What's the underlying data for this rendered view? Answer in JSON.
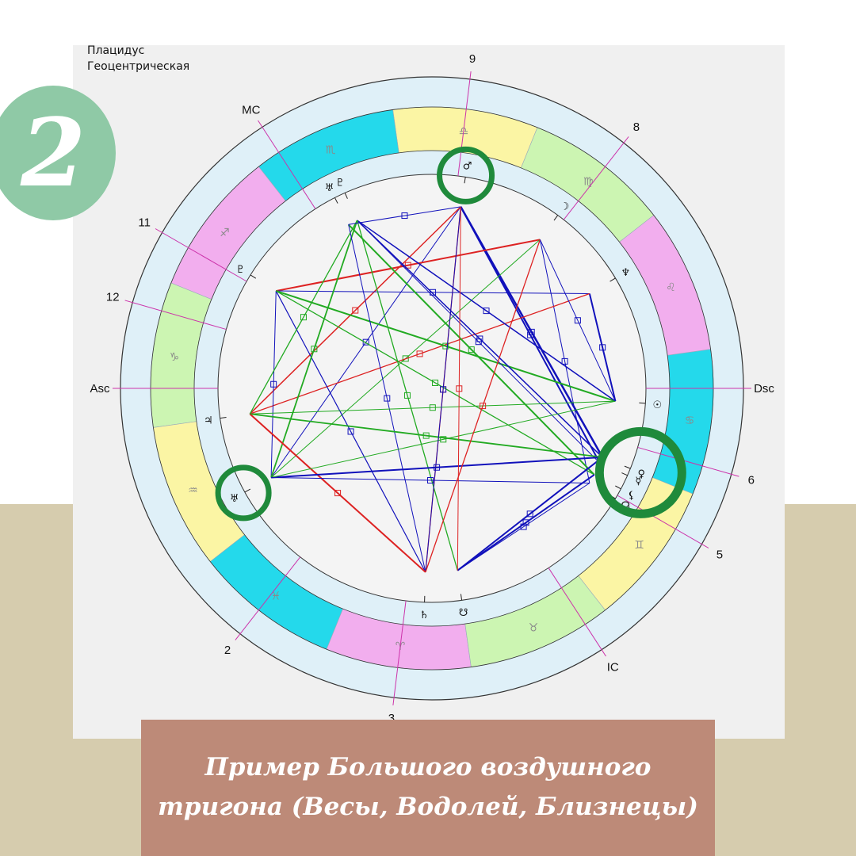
{
  "system": {
    "house_system": "Плацидус",
    "projection": "Геоцентрическая"
  },
  "badge": {
    "number": "2"
  },
  "caption": {
    "line1": "Пример Большого воздушного",
    "line2": "тригона (Весы, Водолей, Близнецы)"
  },
  "houses": [
    {
      "label": "Asc",
      "angle": 180
    },
    {
      "label": "2",
      "angle": 232
    },
    {
      "label": "3",
      "angle": 263
    },
    {
      "label": "IC",
      "angle": 303
    },
    {
      "label": "5",
      "angle": 330
    },
    {
      "label": "6",
      "angle": 344
    },
    {
      "label": "Dsc",
      "angle": 0
    },
    {
      "label": "8",
      "angle": 52
    },
    {
      "label": "9",
      "angle": 83
    },
    {
      "label": "MC",
      "angle": 123
    },
    {
      "label": "11",
      "angle": 150
    },
    {
      "label": "12",
      "angle": 164
    }
  ],
  "zodiac": [
    {
      "glyph": "♎",
      "sign": "Libra",
      "start": 68,
      "color": "#fbf5a4"
    },
    {
      "glyph": "♏",
      "sign": "Scorpio",
      "start": 98,
      "color": "#24d9eb"
    },
    {
      "glyph": "♐",
      "sign": "Sagittarius",
      "start": 128,
      "color": "#f2aeee"
    },
    {
      "glyph": "♑",
      "sign": "Capricorn",
      "start": 158,
      "color": "#ccf5b2"
    },
    {
      "glyph": "♒",
      "sign": "Aquarius",
      "start": 188,
      "color": "#fbf5a4"
    },
    {
      "glyph": "♓",
      "sign": "Pisces",
      "start": 218,
      "color": "#24d9eb"
    },
    {
      "glyph": "♈",
      "sign": "Aries",
      "start": 248,
      "color": "#f2aeee"
    },
    {
      "glyph": "♉",
      "sign": "Taurus",
      "start": 278,
      "color": "#ccf5b2"
    },
    {
      "glyph": "♊",
      "sign": "Gemini",
      "start": 308,
      "color": "#fbf5a4"
    },
    {
      "glyph": "♋",
      "sign": "Cancer",
      "start": 338,
      "color": "#24d9eb"
    },
    {
      "glyph": "♌",
      "sign": "Leo",
      "start": 8,
      "color": "#f2aeee"
    },
    {
      "glyph": "♍",
      "sign": "Virgo",
      "start": 38,
      "color": "#ccf5b2"
    }
  ],
  "planets": [
    {
      "id": "mars",
      "glyph": "♂",
      "angle": 81
    },
    {
      "id": "moon",
      "glyph": "☽",
      "angle": 54
    },
    {
      "id": "neptune",
      "glyph": "♆",
      "angle": 31
    },
    {
      "id": "sun",
      "glyph": "☉",
      "angle": 356
    },
    {
      "id": "venus",
      "glyph": "♀",
      "angle": 338
    },
    {
      "id": "mercury",
      "glyph": "☿",
      "angle": 336
    },
    {
      "id": "lilith",
      "glyph": "⚸",
      "angle": 332
    },
    {
      "id": "node-north",
      "glyph": "☊",
      "angle": 329
    },
    {
      "id": "ketu",
      "glyph": "☋",
      "angle": 278
    },
    {
      "id": "saturn",
      "glyph": "♄",
      "angle": 268
    },
    {
      "id": "uranus-a",
      "glyph": "♅",
      "angle": 209
    },
    {
      "id": "jupiter",
      "glyph": "♃",
      "angle": 188
    },
    {
      "id": "pluto",
      "glyph": "♇",
      "angle": 148
    },
    {
      "id": "uranus",
      "glyph": "♅",
      "angle": 117
    },
    {
      "id": "proserpina",
      "glyph": "♇",
      "angle": 114
    }
  ],
  "aspects": [
    {
      "from": "mars",
      "to": "venus",
      "color": "#1111bb",
      "w": 2.5
    },
    {
      "from": "mars",
      "to": "mercury",
      "color": "#1111bb",
      "w": 2
    },
    {
      "from": "mars",
      "to": "uranus-a",
      "color": "#1111bb",
      "w": 1
    },
    {
      "from": "mars",
      "to": "saturn",
      "color": "#dd2222",
      "w": 1.3
    },
    {
      "from": "mars",
      "to": "jupiter",
      "color": "#dd2222",
      "w": 1.5
    },
    {
      "from": "moon",
      "to": "pluto",
      "color": "#dd2222",
      "w": 2
    },
    {
      "from": "moon",
      "to": "node-north",
      "color": "#1111bb",
      "w": 1
    },
    {
      "from": "moon",
      "to": "uranus-a",
      "color": "#22aa22",
      "w": 1
    },
    {
      "from": "neptune",
      "to": "pluto",
      "color": "#1111bb",
      "w": 1
    },
    {
      "from": "neptune",
      "to": "sun",
      "color": "#1111bb",
      "w": 2
    },
    {
      "from": "neptune",
      "to": "jupiter",
      "color": "#dd2222",
      "w": 1.3
    },
    {
      "from": "pluto",
      "to": "sun",
      "color": "#22aa22",
      "w": 2
    },
    {
      "from": "pluto",
      "to": "saturn",
      "color": "#1111bb",
      "w": 1.2
    },
    {
      "from": "pluto",
      "to": "uranus-a",
      "color": "#1111bb",
      "w": 1
    },
    {
      "from": "pluto",
      "to": "lilith",
      "color": "#22aa22",
      "w": 1.3
    },
    {
      "from": "proserpina",
      "to": "sun",
      "color": "#1111bb",
      "w": 1.5
    },
    {
      "from": "proserpina",
      "to": "venus",
      "color": "#1111bb",
      "w": 1.5
    },
    {
      "from": "proserpina",
      "to": "mercury",
      "color": "#1111bb",
      "w": 1
    },
    {
      "from": "proserpina",
      "to": "ketu",
      "color": "#22aa22",
      "w": 1.3
    },
    {
      "from": "proserpina",
      "to": "uranus-a",
      "color": "#22aa22",
      "w": 1.8
    },
    {
      "from": "proserpina",
      "to": "jupiter",
      "color": "#22aa22",
      "w": 1.3
    },
    {
      "from": "uranus",
      "to": "lilith",
      "color": "#22aa22",
      "w": 2
    },
    {
      "from": "uranus",
      "to": "mars",
      "color": "#1111bb",
      "w": 1
    },
    {
      "from": "uranus",
      "to": "saturn",
      "color": "#1111bb",
      "w": 1
    },
    {
      "from": "jupiter",
      "to": "venus",
      "color": "#22aa22",
      "w": 1.8
    },
    {
      "from": "jupiter",
      "to": "saturn",
      "color": "#dd2222",
      "w": 2
    },
    {
      "from": "jupiter",
      "to": "sun",
      "color": "#22aa22",
      "w": 1
    },
    {
      "from": "uranus-a",
      "to": "venus",
      "color": "#1111bb",
      "w": 2
    },
    {
      "from": "uranus-a",
      "to": "sun",
      "color": "#22aa22",
      "w": 1
    },
    {
      "from": "uranus-a",
      "to": "node-north",
      "color": "#1111bb",
      "w": 1
    },
    {
      "from": "saturn",
      "to": "mars",
      "color": "#1111bb",
      "w": 1
    },
    {
      "from": "ketu",
      "to": "venus",
      "color": "#1111bb",
      "w": 2
    },
    {
      "from": "ketu",
      "to": "lilith",
      "color": "#1111bb",
      "w": 2
    },
    {
      "from": "ketu",
      "to": "node-north",
      "color": "#1111bb",
      "w": 1
    },
    {
      "from": "ketu",
      "to": "mars",
      "color": "#dd2222",
      "w": 1
    },
    {
      "from": "saturn",
      "to": "moon",
      "color": "#dd2222",
      "w": 1.3
    },
    {
      "from": "sun",
      "to": "moon",
      "color": "#1111bb",
      "w": 1
    }
  ],
  "highlights": [
    {
      "target": "mars",
      "color": "#1f8a3b"
    },
    {
      "target": "uranus-a",
      "color": "#1f8a3b"
    },
    {
      "target": "venus",
      "color": "#1f8a3b"
    }
  ]
}
